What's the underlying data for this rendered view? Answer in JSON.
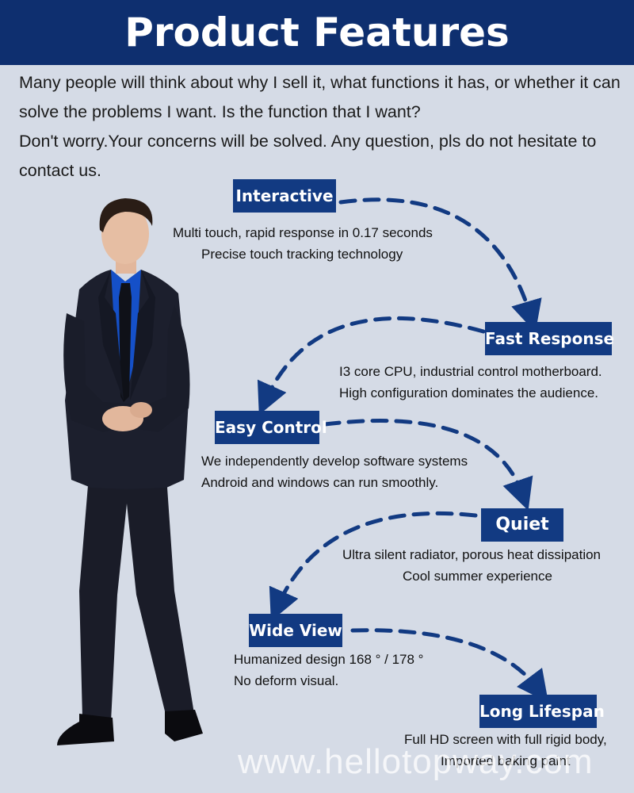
{
  "header": {
    "title": "Product Features"
  },
  "intro": {
    "paragraph1": "Many people will think about why I sell it, what functions it has, or whether it can solve the problems I want. Is the function that I want?",
    "paragraph2": "Don't worry.Your concerns will be solved. Any question, pls do not hesitate to contact us."
  },
  "features": [
    {
      "label": "Interactive",
      "line1": "Multi touch, rapid response in 0.17 seconds",
      "line2": "Precise touch tracking technology"
    },
    {
      "label": "Fast Response",
      "line1": "I3 core CPU, industrial control motherboard.",
      "line2": "High configuration dominates the audience."
    },
    {
      "label": "Easy Control",
      "line1": "We independently develop software systems",
      "line2": "Android and windows can run smoothly."
    },
    {
      "label": "Quiet",
      "line1": "Ultra silent radiator, porous heat dissipation",
      "line2": "Cool summer experience"
    },
    {
      "label": "Wide View",
      "line1": "Humanized design 168 ° / 178 °",
      "line2": "No deform visual."
    },
    {
      "label": "Long Lifespan",
      "line1": "Full HD screen with full rigid body,",
      "line2": "Imported baking paint"
    }
  ],
  "watermark": "www.hellotopway.com",
  "colors": {
    "banner": "#0e2f6f",
    "label_bg": "#123a82",
    "background": "#d5dbe6",
    "arrow": "#123a82"
  }
}
